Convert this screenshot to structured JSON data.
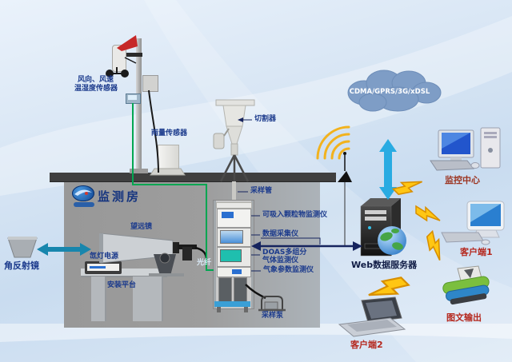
{
  "outdoor": {
    "wind_label_line1": "风向、风速",
    "wind_label_line2": "温湿度传感器",
    "rain_label": "雨量传感器",
    "cutter_label": "切割器",
    "cloud_label": "CDMA/GPRS/3G/xDSL"
  },
  "room": {
    "name": "监测房",
    "sampling_tube_label": "采样管",
    "pm_monitor_label": "可吸入颗粒物监测仪",
    "data_logger_label": "数据采集仪",
    "doas_label_line1": "DOAS多组分",
    "doas_label_line2": "气体监测仪",
    "weather_param_label": "气象参数监测仪",
    "pump_label": "采样泵",
    "telescope_label": "望远镜",
    "xenon_label": "氙灯电源",
    "fiber_label": "光纤",
    "platform_label": "安装平台"
  },
  "left": {
    "reflector_label": "角反射镜"
  },
  "right": {
    "server_label": "Web数据服务器",
    "center_label": "监控中心",
    "client1_label": "客户端1",
    "client2_label": "客户端2",
    "printer_label": "图文输出"
  },
  "colors": {
    "label_blue": "#1b3a8c",
    "label_red": "#b5281e",
    "server_label_color": "#101c45",
    "cable_green": "#00a651",
    "arrow_navy": "#16245e",
    "arrow_teal": "#1886ad",
    "arrow_sky": "#29abe2",
    "bolt_yellow": "#ffc613",
    "wifi_orange": "#f2b21d",
    "cloud_blue": "#7e9dc6",
    "room_gray": "#9b9b9b",
    "roof_dark": "#3f3f3f"
  }
}
